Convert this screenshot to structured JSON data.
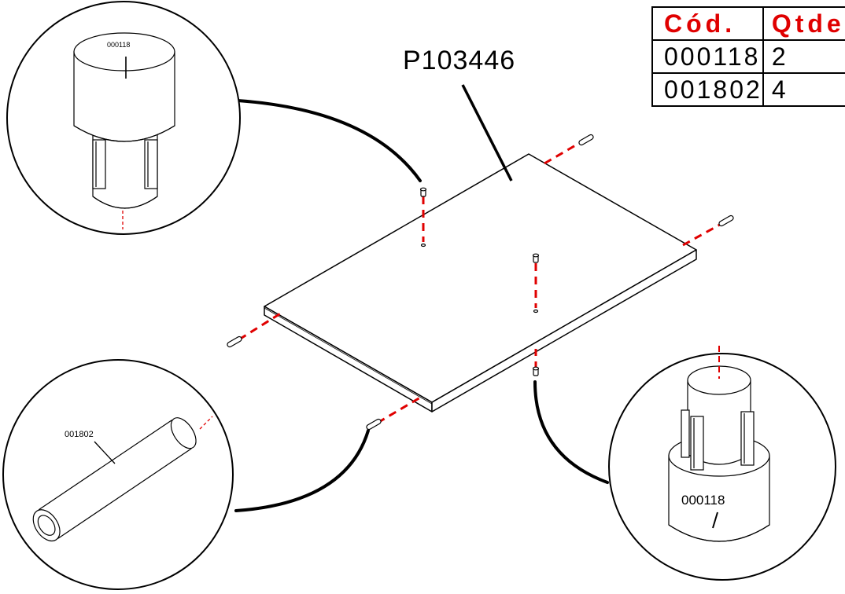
{
  "table": {
    "headers": [
      "Cód.",
      "Qtde"
    ],
    "rows": [
      {
        "code": "000118",
        "qty": "2"
      },
      {
        "code": "001802",
        "qty": "4"
      }
    ]
  },
  "panel_code": "P103446",
  "callouts": {
    "top_left_code": "000118",
    "bottom_left_code": "001802",
    "bottom_right_code": "000118"
  },
  "colors": {
    "line": "#000000",
    "guide_dashes": "#e00000",
    "header_text": "#e00000"
  }
}
